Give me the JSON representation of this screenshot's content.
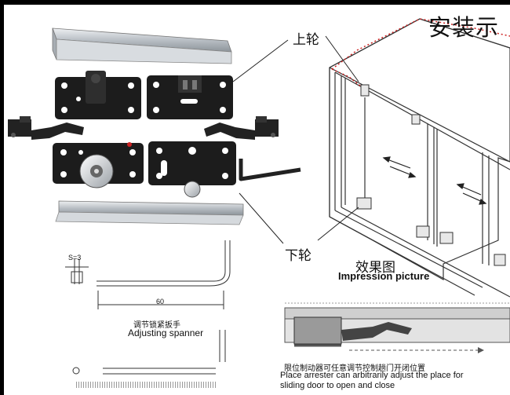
{
  "title": "安装示",
  "labels": {
    "upper_wheel": "上轮",
    "lower_wheel": "下轮"
  },
  "impression": {
    "cn": "效果图",
    "en": "Impression picture"
  },
  "spanner": {
    "cn": "调节锁紧扳手",
    "en": "Adjusting spanner",
    "dim_s": "S=3",
    "dim_length": "60"
  },
  "arrester": {
    "cn": "限位制动器可任意调节控制趟门开闭位置",
    "en_line1": "Place arrester can arbitrarily adjust the place for",
    "en_line2": "sliding door to open and close"
  },
  "colors": {
    "plate": "#1c1c1c",
    "rail": "#c9ced3",
    "accent_red": "#cc2222"
  }
}
